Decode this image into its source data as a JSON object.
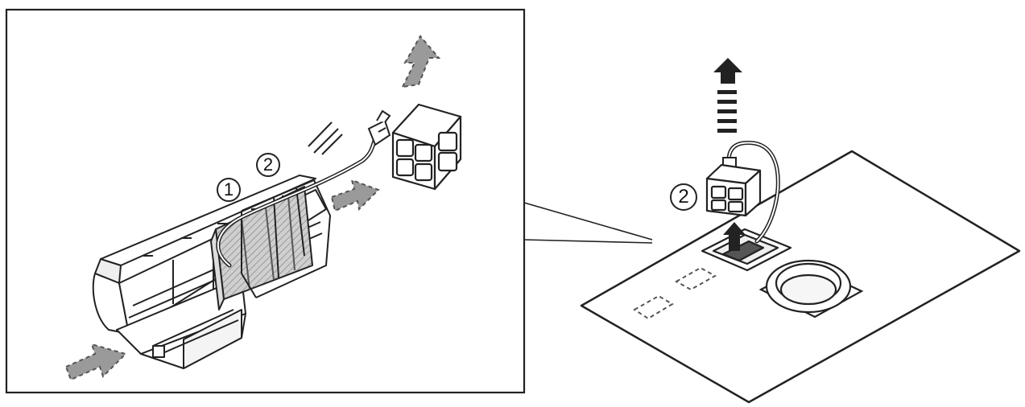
{
  "callouts": {
    "one": "1",
    "two": "2",
    "two_right": "2"
  },
  "colors": {
    "line": "#222222",
    "arrow_fill": "#9a9a9a",
    "arrow_dash": "#555555",
    "panel_fill": "#ffffff",
    "filter_fill": "#cfcfcf"
  },
  "icons": {
    "airflow_arrow": "dashed-arrow-icon",
    "lift_arrow": "up-arrow-icon"
  }
}
